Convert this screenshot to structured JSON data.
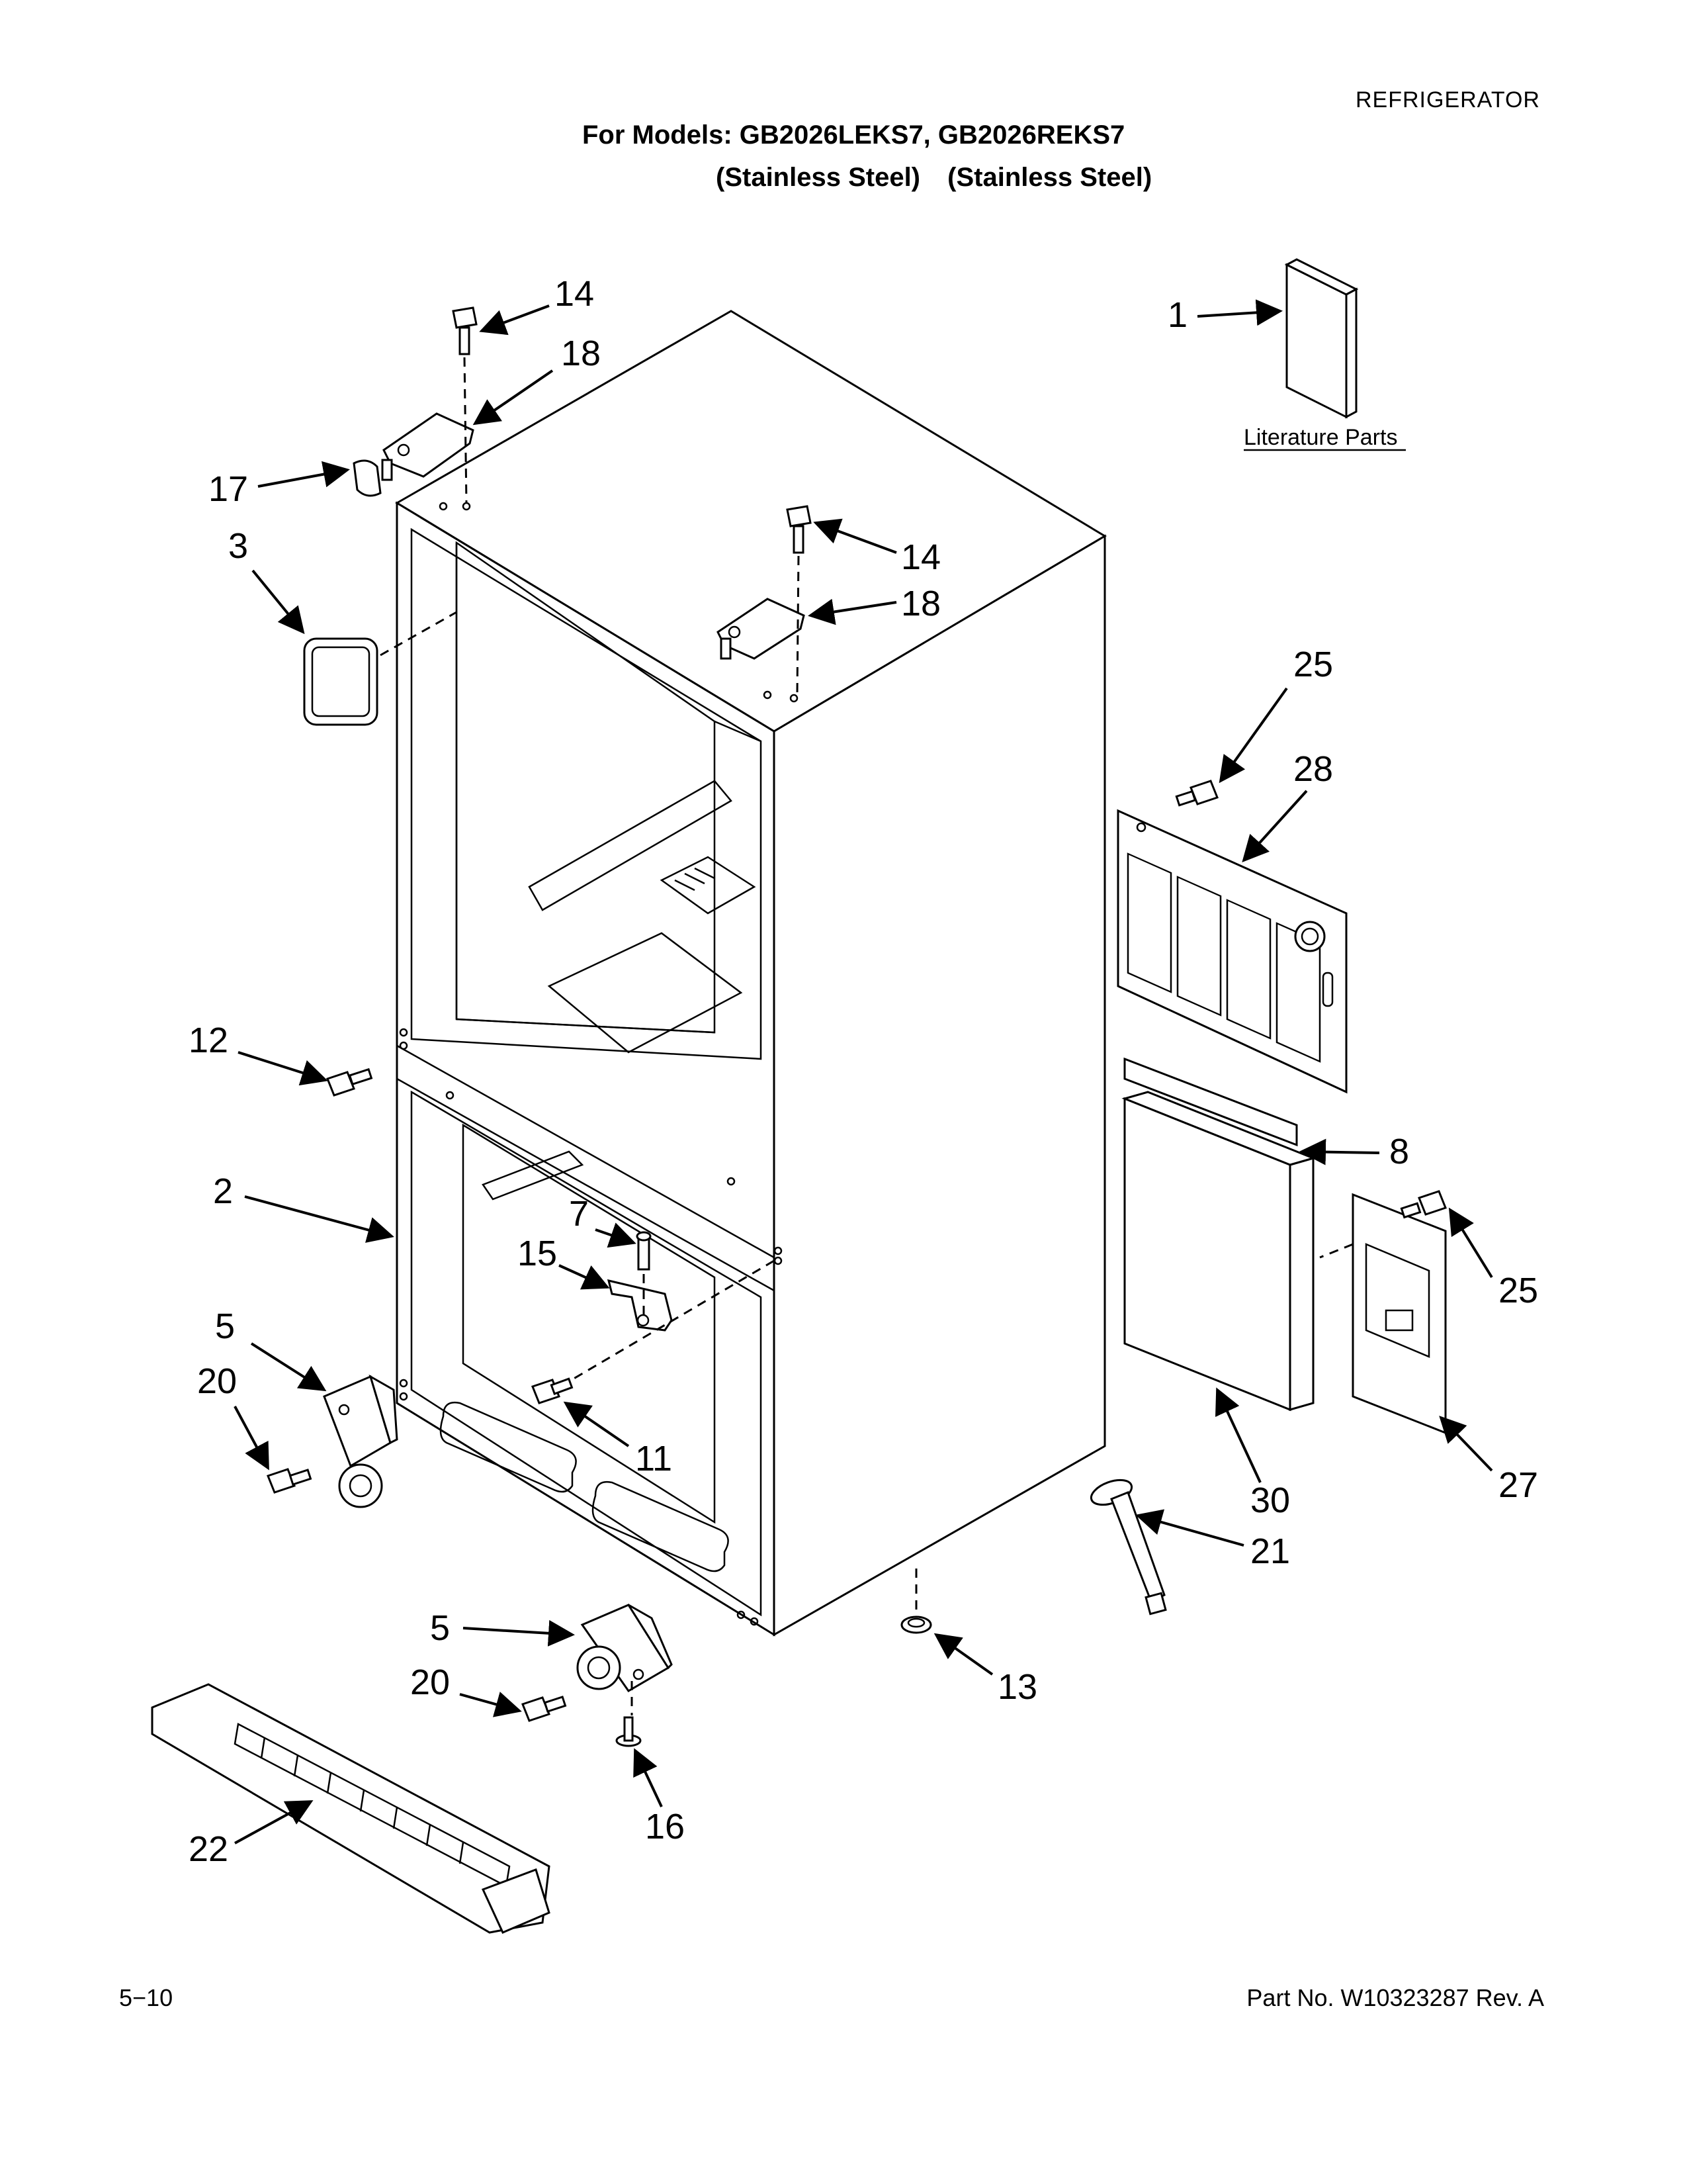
{
  "header": {
    "category": "REFRIGERATOR",
    "models_line": "For Models: GB2026LEKS7, GB2026REKS7",
    "finish_1": "(Stainless Steel)",
    "finish_2": "(Stainless Steel)"
  },
  "footer": {
    "page": "5−10",
    "part_number": "Part No. W10323287 Rev. A"
  },
  "literature_label": "Literature Parts",
  "callouts": [
    {
      "id": "1"
    },
    {
      "id": "2"
    },
    {
      "id": "3"
    },
    {
      "id": "5"
    },
    {
      "id": "5"
    },
    {
      "id": "7"
    },
    {
      "id": "8"
    },
    {
      "id": "11"
    },
    {
      "id": "12"
    },
    {
      "id": "13"
    },
    {
      "id": "14"
    },
    {
      "id": "14"
    },
    {
      "id": "15"
    },
    {
      "id": "16"
    },
    {
      "id": "17"
    },
    {
      "id": "18"
    },
    {
      "id": "18"
    },
    {
      "id": "20"
    },
    {
      "id": "20"
    },
    {
      "id": "21"
    },
    {
      "id": "22"
    },
    {
      "id": "25"
    },
    {
      "id": "25"
    },
    {
      "id": "27"
    },
    {
      "id": "28"
    },
    {
      "id": "30"
    }
  ]
}
